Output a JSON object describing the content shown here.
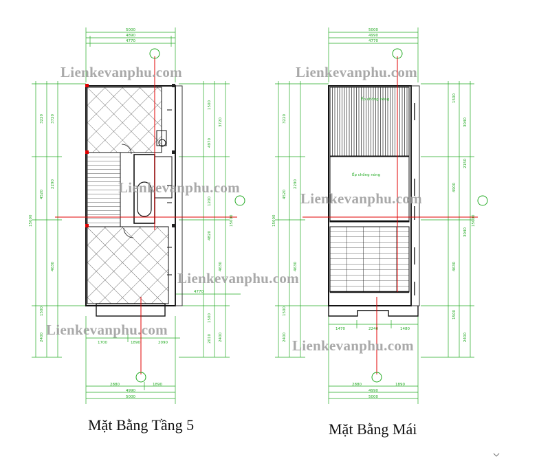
{
  "captions": {
    "left": "Mặt Bằng Tầng 5",
    "right": "Mặt Bằng  Mái"
  },
  "watermark": "Lienkevanphu.com",
  "plan_left": {
    "top_dims": [
      "5000",
      "4890",
      "4770"
    ],
    "bottom_dims": [
      "1700",
      "1890",
      "2090",
      "2880",
      "1890",
      "4990",
      "5000"
    ],
    "left_dims": [
      "3220",
      "3720",
      "2290",
      "4630",
      "15000",
      "1500",
      "2400",
      "4520"
    ],
    "right_dims": [
      "1500",
      "3720",
      "4970",
      "1200",
      "4820",
      "4630",
      "1500",
      "2400",
      "2010",
      "15000",
      "4770"
    ]
  },
  "plan_right": {
    "top_dims": [
      "5000",
      "4990",
      "4770"
    ],
    "bottom_dims": [
      "1470",
      "2240",
      "1480",
      "2880",
      "1890",
      "4990",
      "5000"
    ],
    "left_dims": [
      "3220",
      "2290",
      "4630",
      "15000",
      "1500",
      "2400",
      "4520"
    ],
    "right_dims": [
      "1500",
      "3040",
      "2150",
      "4900",
      "3040",
      "4630",
      "1500",
      "2400",
      "15000"
    ],
    "labels": [
      "Ếp chống nóng",
      "Ếp chống nóng"
    ]
  },
  "colors": {
    "line": "#111111",
    "dimension": "#22aa22",
    "axis": "#e00000",
    "hatch": "#333333",
    "watermark": "#9a9a9a"
  }
}
